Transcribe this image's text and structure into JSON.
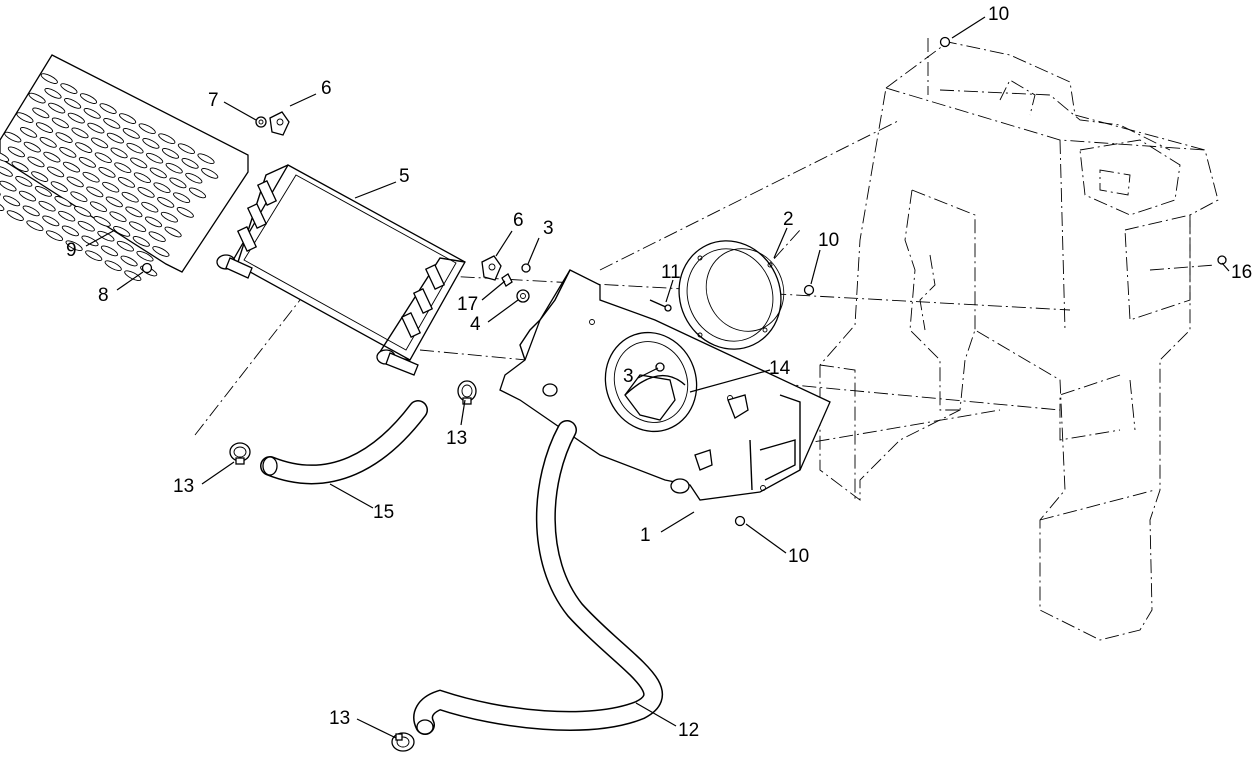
{
  "diagram": {
    "callouts": [
      {
        "id": "c1",
        "text": "1"
      },
      {
        "id": "c2",
        "text": "2"
      },
      {
        "id": "c3a",
        "text": "3"
      },
      {
        "id": "c3b",
        "text": "3"
      },
      {
        "id": "c4",
        "text": "4"
      },
      {
        "id": "c5",
        "text": "5"
      },
      {
        "id": "c6a",
        "text": "6"
      },
      {
        "id": "c6b",
        "text": "6"
      },
      {
        "id": "c7",
        "text": "7"
      },
      {
        "id": "c8",
        "text": "8"
      },
      {
        "id": "c9",
        "text": "9"
      },
      {
        "id": "c10a",
        "text": "10"
      },
      {
        "id": "c10b",
        "text": "10"
      },
      {
        "id": "c10c",
        "text": "10"
      },
      {
        "id": "c11",
        "text": "11"
      },
      {
        "id": "c12",
        "text": "12"
      },
      {
        "id": "c13a",
        "text": "13"
      },
      {
        "id": "c13b",
        "text": "13"
      },
      {
        "id": "c13c",
        "text": "13"
      },
      {
        "id": "c14",
        "text": "14"
      },
      {
        "id": "c15",
        "text": "15"
      },
      {
        "id": "c16",
        "text": "16"
      },
      {
        "id": "c17",
        "text": "17"
      }
    ]
  }
}
